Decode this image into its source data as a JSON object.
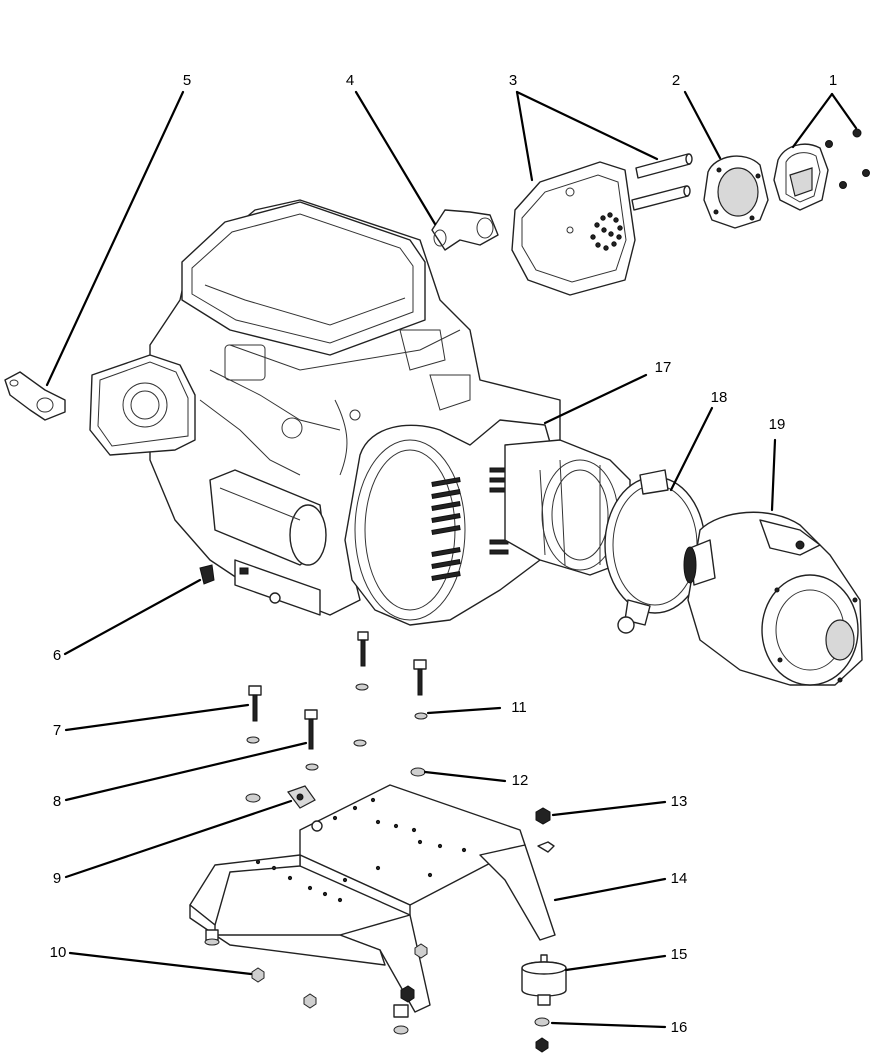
{
  "figure": {
    "title": "",
    "callouts": [
      {
        "id": "1",
        "label": "1"
      },
      {
        "id": "2",
        "label": "2"
      },
      {
        "id": "3",
        "label": "3"
      },
      {
        "id": "4",
        "label": "4"
      },
      {
        "id": "5",
        "label": "5"
      },
      {
        "id": "6",
        "label": "6"
      },
      {
        "id": "7",
        "label": "7"
      },
      {
        "id": "8",
        "label": "8"
      },
      {
        "id": "9",
        "label": "9"
      },
      {
        "id": "10",
        "label": "10"
      },
      {
        "id": "11",
        "label": "11"
      },
      {
        "id": "12",
        "label": "12"
      },
      {
        "id": "13",
        "label": "13"
      },
      {
        "id": "14",
        "label": "14"
      },
      {
        "id": "15",
        "label": "15"
      },
      {
        "id": "16",
        "label": "16"
      },
      {
        "id": "17",
        "label": "17"
      },
      {
        "id": "18",
        "label": "18"
      },
      {
        "id": "19",
        "label": "19"
      }
    ],
    "colors": {
      "line": "#000000",
      "fill": "#ffffff",
      "shade": "#d8d8d8"
    }
  }
}
